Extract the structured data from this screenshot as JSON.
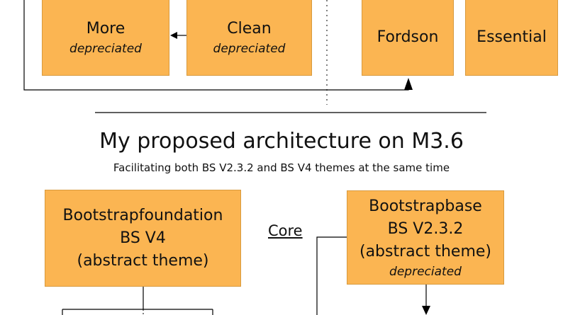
{
  "top": {
    "more": {
      "title": "More",
      "note": "depreciated"
    },
    "clean": {
      "title": "Clean",
      "note": "depreciated"
    },
    "fordson": {
      "title": "Fordson"
    },
    "essential": {
      "title": "Essential"
    }
  },
  "heading": {
    "title": "My proposed architecture on M3.6",
    "subtitle": "Facilitating both BS V2.3.2 and BS V4 themes at the same time"
  },
  "bottom": {
    "bootstrapfoundation": {
      "line1": "Bootstrapfoundation",
      "line2": "BS V4",
      "line3": "(abstract theme)"
    },
    "core_label": "Core",
    "bootstrapbase": {
      "line1": "Bootstrapbase",
      "line2": "BS V2.3.2",
      "line3": "(abstract theme)",
      "note": "depreciated"
    }
  },
  "colors": {
    "box_fill": "#fbb552",
    "line": "#000000"
  }
}
